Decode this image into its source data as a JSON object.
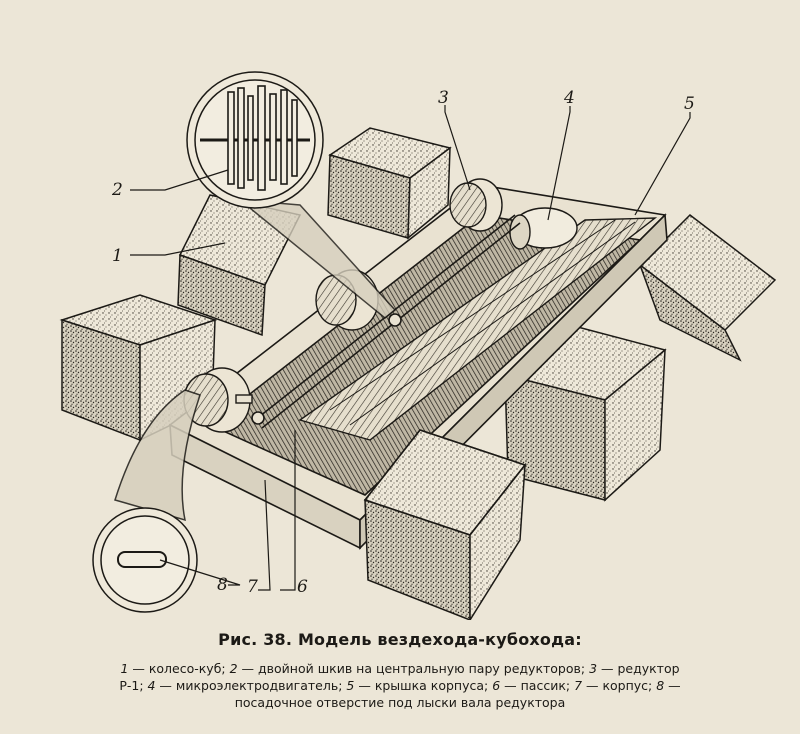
{
  "figure": {
    "labels": [
      "1",
      "2",
      "3",
      "4",
      "5",
      "6",
      "7",
      "8"
    ]
  },
  "caption": {
    "title": "Рис. 38. Модель вездехода-кубохода:",
    "legend_lines": [
      [
        {
          "num": "1",
          "text": " — колесо-куб; "
        },
        {
          "num": "2",
          "text": " — двойной шкив на центральную пару редукторов; "
        },
        {
          "num": "3",
          "text": " — редуктор"
        }
      ],
      [
        {
          "num": "",
          "text": "Р-1; "
        },
        {
          "num": "4",
          "text": " — микроэлектродвигатель; "
        },
        {
          "num": "5",
          "text": " — крышка корпуса; "
        },
        {
          "num": "6",
          "text": " — пассик; "
        },
        {
          "num": "7",
          "text": " — корпус; "
        },
        {
          "num": "8",
          "text": " —"
        }
      ],
      [
        {
          "num": "",
          "text": "посадочное отверстие под лыски вала редуктора"
        }
      ]
    ]
  }
}
